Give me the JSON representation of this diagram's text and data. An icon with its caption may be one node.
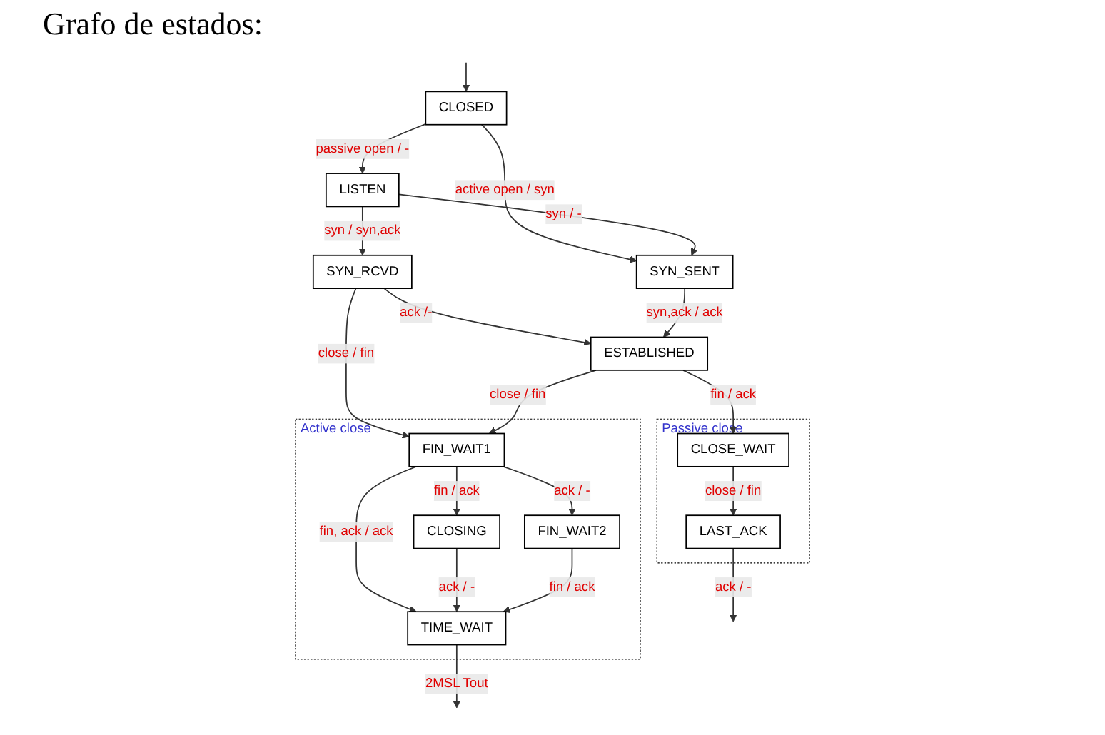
{
  "diagram": {
    "title": "Grafo de estados:",
    "nodes": [
      {
        "text": [
          "CLOSED"
        ]
      },
      {
        "text": [
          "LISTEN"
        ]
      },
      {
        "text": [
          "SYN_RCVD"
        ]
      },
      {
        "text": [
          "SYN_SENT"
        ]
      },
      {
        "text": [
          "ESTABLISHED"
        ]
      },
      {
        "text": [
          "Active close"
        ]
      },
      {
        "text": [
          "FIN_WAIT1"
        ],
        "in": 5
      },
      {
        "text": [
          "CLOSING"
        ],
        "in": 5
      },
      {
        "text": [
          "FIN_WAIT2"
        ],
        "in": 5
      },
      {
        "text": [
          "TIME_WAIT"
        ],
        "in": 5
      },
      {
        "text": [
          "Passive close"
        ]
      },
      {
        "text": [
          "CLOSE_WAIT"
        ],
        "in": 10
      },
      {
        "text": [
          "LAST_ACK"
        ],
        "in": 10
      }
    ],
    "edges": [
      {
        "from": 0,
        "to": 1,
        "arrow": "to",
        "label": "passive open / -"
      },
      {
        "from": 0,
        "to": 3,
        "arrow": "to",
        "label": "active open / syn"
      },
      {
        "from": 1,
        "to": 2,
        "arrow": "to",
        "label": "syn / syn,ack"
      },
      {
        "from": 1,
        "to": 3,
        "arrow": "to",
        "label": "syn / -"
      },
      {
        "from": 2,
        "to": 4,
        "arrow": "to",
        "label": "ack /-"
      },
      {
        "from": 3,
        "to": 4,
        "arrow": "to",
        "label": "syn,ack / ack"
      },
      {
        "from": 2,
        "to": 6,
        "arrow": "to",
        "label": "close / fin"
      },
      {
        "from": 4,
        "to": 6,
        "arrow": "to",
        "label": "close / fin"
      },
      {
        "from": 4,
        "to": 11,
        "arrow": "to",
        "label": "fin / ack"
      },
      {
        "from": 6,
        "to": 7,
        "arrow": "to",
        "label": "fin / ack"
      },
      {
        "from": 6,
        "to": 8,
        "arrow": "to",
        "label": "ack / -"
      },
      {
        "from": 6,
        "to": 9,
        "arrow": "to",
        "label": "fin, ack / ack"
      },
      {
        "from": 7,
        "to": 9,
        "arrow": "to",
        "label": "ack / -"
      },
      {
        "from": 8,
        "to": 9,
        "arrow": "to",
        "label": "fin / ack"
      },
      {
        "from": 11,
        "to": 12,
        "arrow": "to",
        "label": "close / fin"
      },
      {
        "from": 12,
        "to": null,
        "arrow": "to",
        "label": "ack / -"
      },
      {
        "from": 9,
        "to": null,
        "arrow": "to",
        "label": "2MSL Tout"
      },
      {
        "from": null,
        "to": 0,
        "arrow": "to"
      }
    ]
  }
}
